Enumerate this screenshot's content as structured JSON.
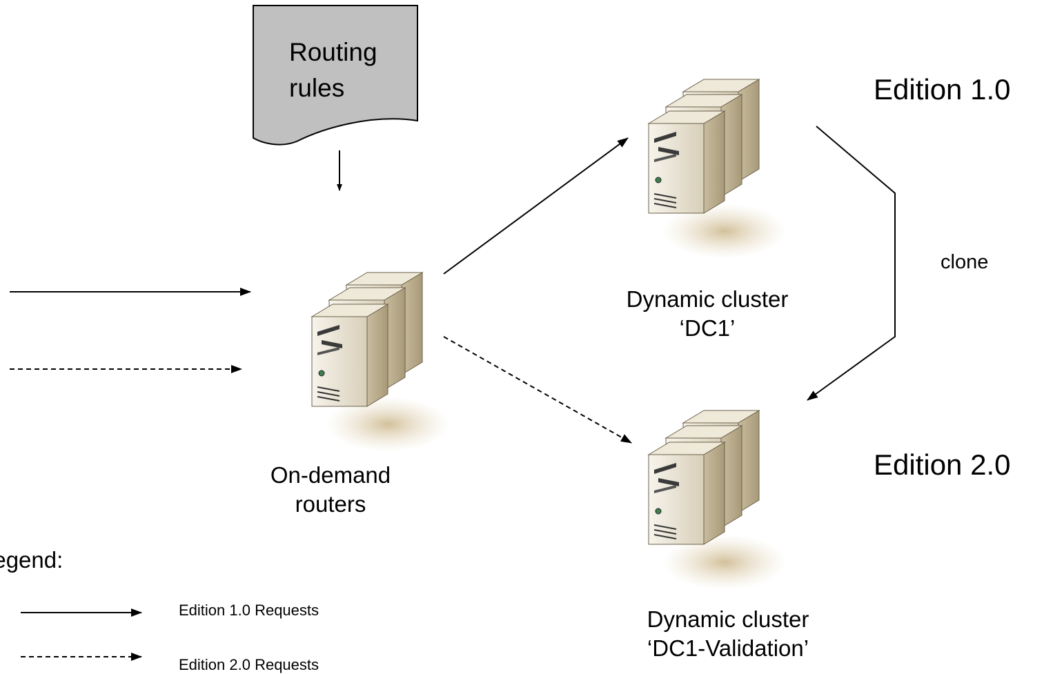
{
  "routing_rules": {
    "line1": "Routing",
    "line2": "rules"
  },
  "routers": {
    "line1": "On-demand",
    "line2": "routers",
    "icon": "server-stack-icon"
  },
  "cluster_dc1": {
    "line1": "Dynamic cluster",
    "line2": "‘DC1’",
    "icon": "server-stack-icon"
  },
  "cluster_validation": {
    "line1": "Dynamic cluster",
    "line2": "‘DC1-Validation’",
    "icon": "server-stack-icon"
  },
  "edition_top": "Edition 1.0",
  "edition_bottom": "Edition 2.0",
  "clone_label": "clone",
  "legend": {
    "title": "Legend:",
    "items": [
      {
        "label": "Edition 1.0 Requests",
        "style": "solid"
      },
      {
        "label": "Edition 2.0 Requests",
        "style": "dashed"
      }
    ]
  },
  "colors": {
    "document_fill": "#c0c0c0",
    "server_body": "#ece6d6",
    "server_shadow": "#d9c9a6",
    "line": "#000000"
  }
}
